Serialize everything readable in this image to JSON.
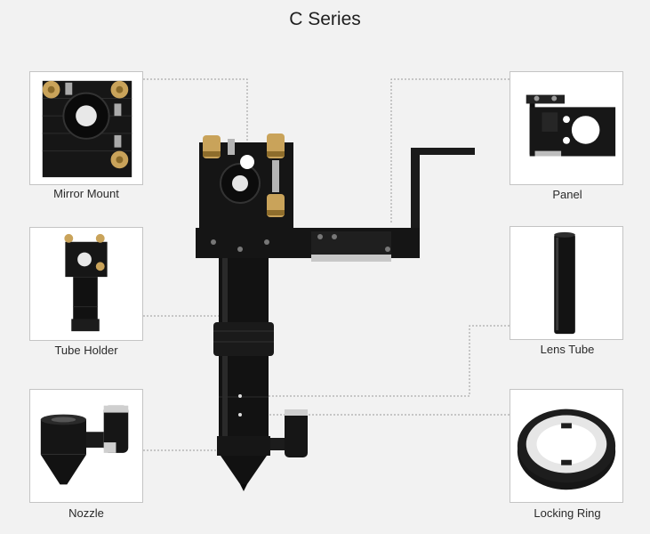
{
  "title": "C Series",
  "parts": {
    "mirror_mount": {
      "label": "Mirror Mount"
    },
    "tube_holder": {
      "label": "Tube Holder"
    },
    "nozzle": {
      "label": "Nozzle"
    },
    "panel": {
      "label": "Panel"
    },
    "lens_tube": {
      "label": "Lens Tube"
    },
    "locking_ring": {
      "label": "Locking Ring"
    }
  },
  "colors": {
    "background": "#f2f2f2",
    "metal": "#141414",
    "brass": "#c9a35a",
    "leader_line": "#9a9a9a"
  }
}
